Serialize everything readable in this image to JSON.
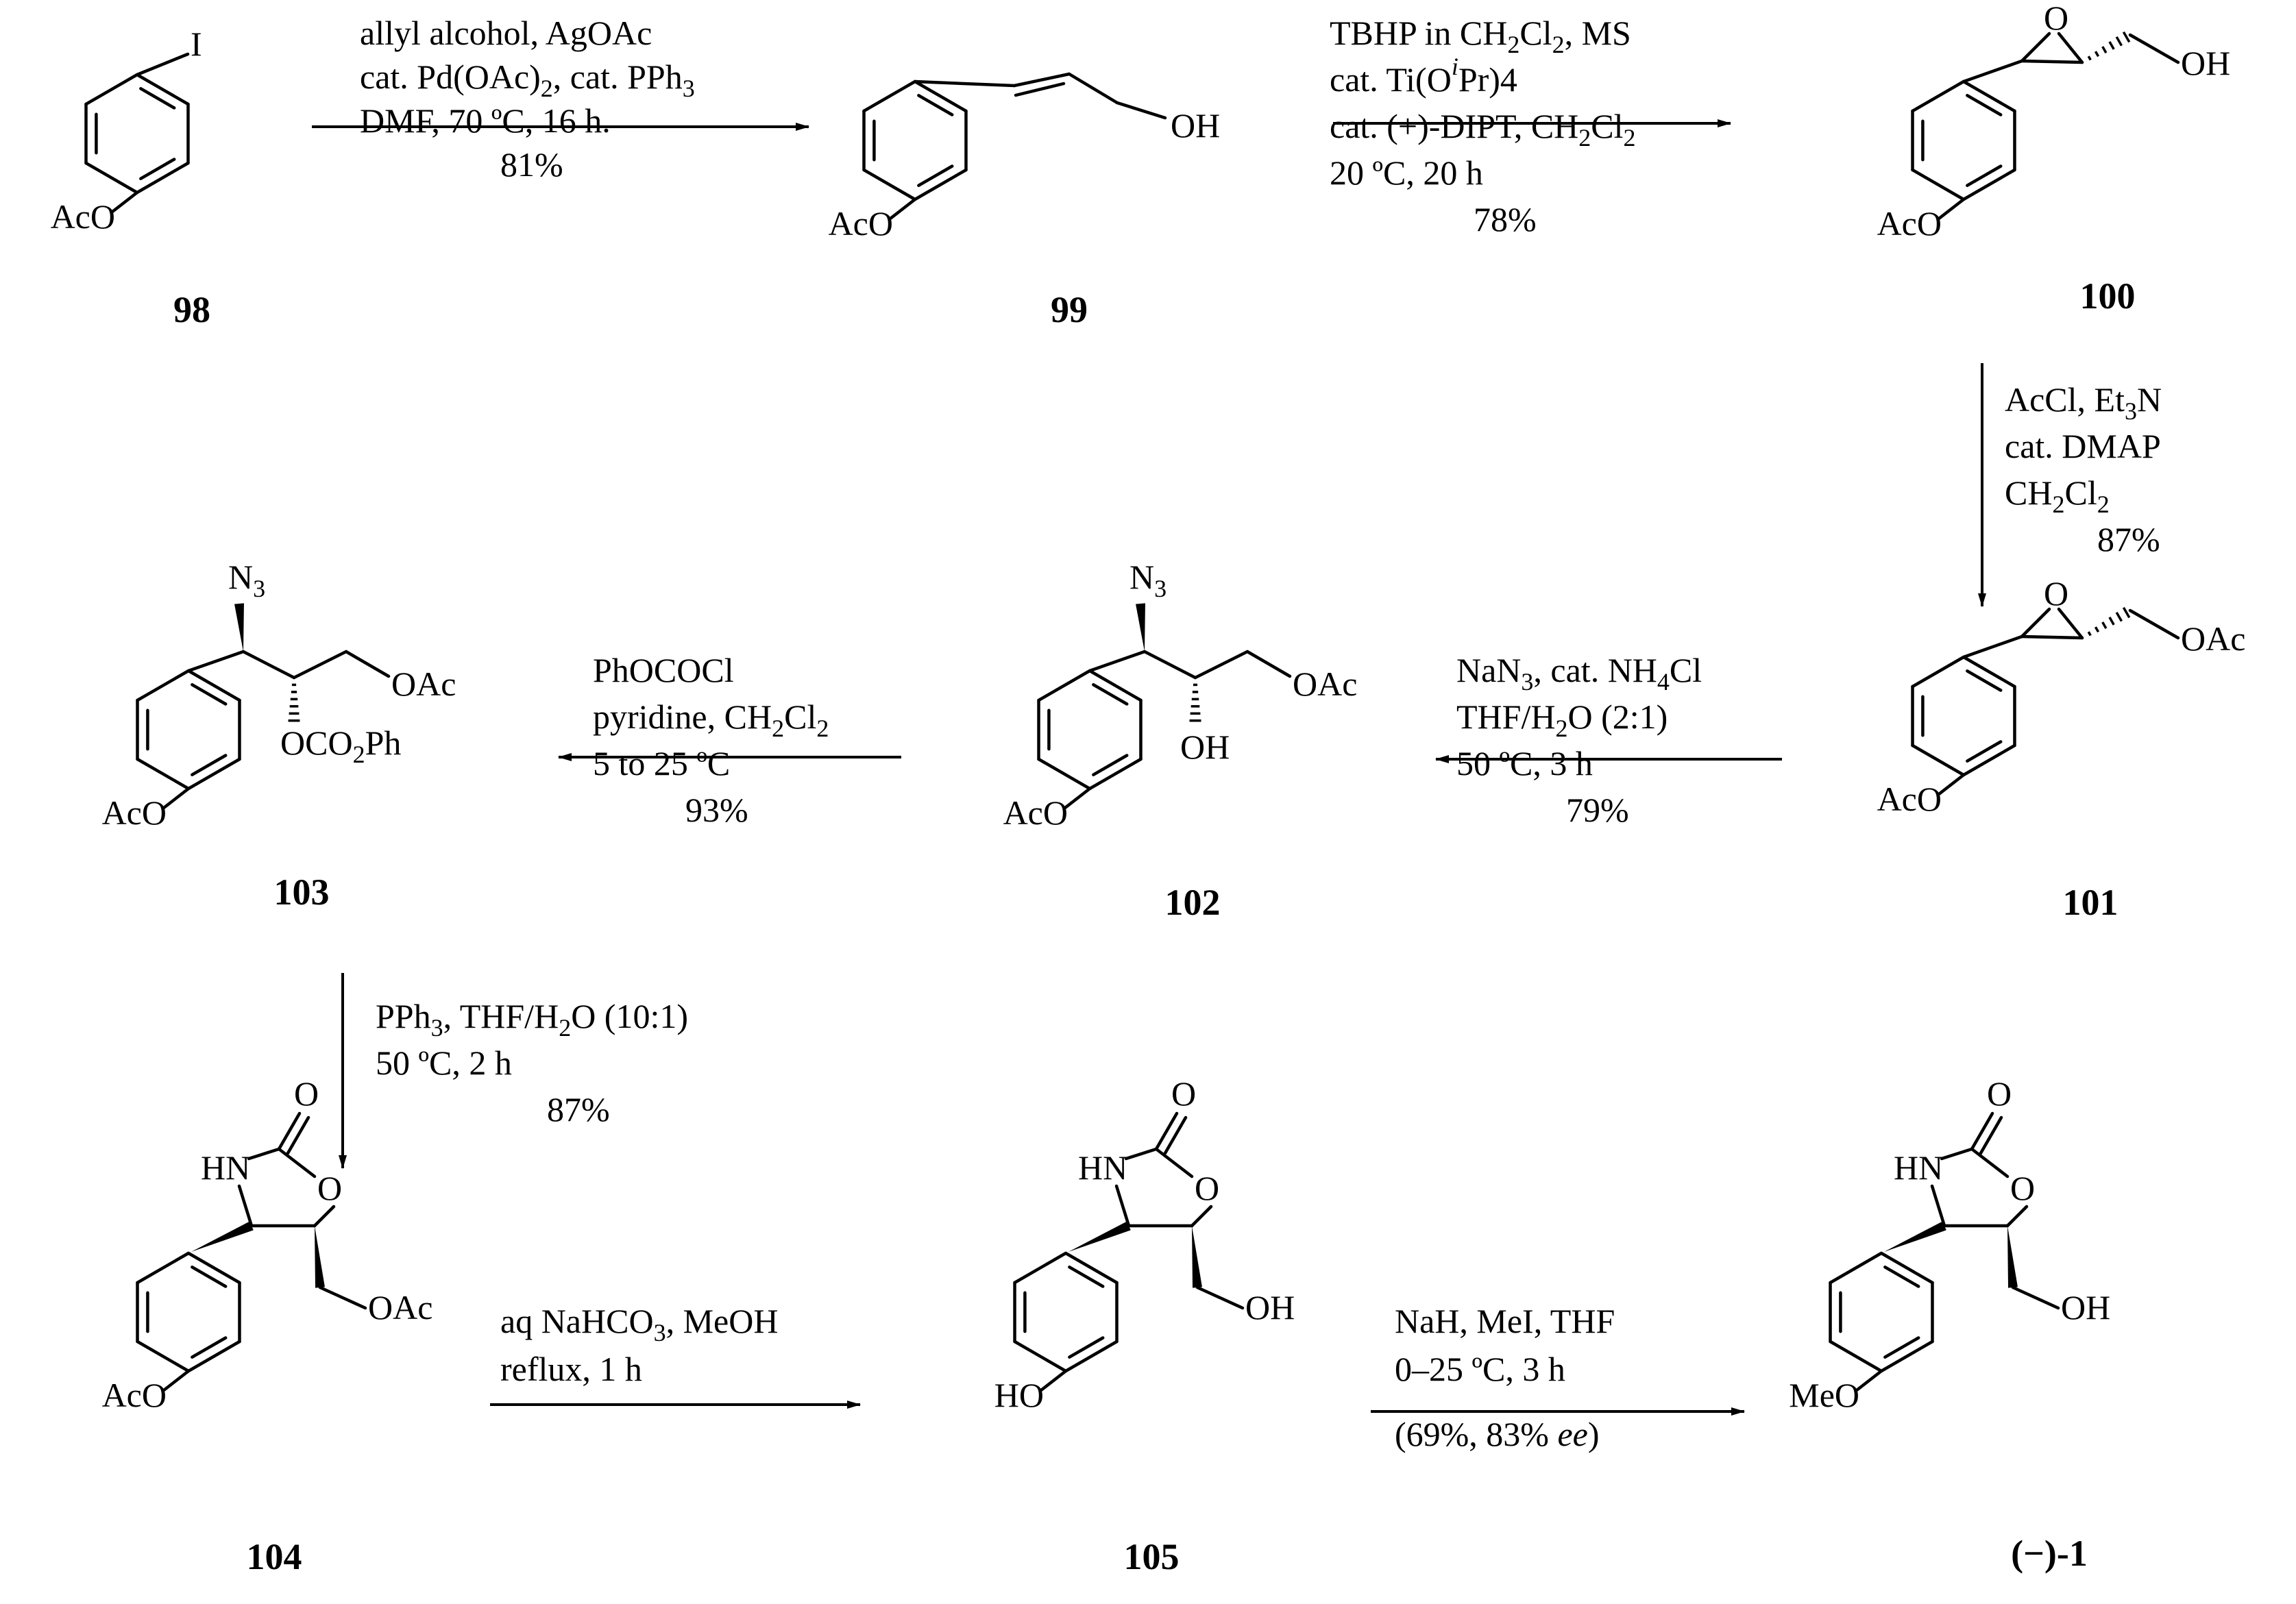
{
  "compounds": [
    {
      "id": "98",
      "groups": {
        "para": "AcO",
        "subst": "I"
      }
    },
    {
      "id": "99",
      "groups": {
        "para": "AcO",
        "end": "OH"
      }
    },
    {
      "id": "100",
      "groups": {
        "para": "AcO",
        "epoxide_o": "O",
        "end": "OH"
      }
    },
    {
      "id": "101",
      "groups": {
        "para": "AcO",
        "epoxide_o": "O",
        "end": "OAc"
      }
    },
    {
      "id": "102",
      "groups": {
        "para": "AcO",
        "azide": "N",
        "azide_sub": "3",
        "oh": "OH",
        "end": "OAc"
      }
    },
    {
      "id": "103",
      "groups": {
        "para": "AcO",
        "azide": "N",
        "azide_sub": "3",
        "carbonate_main": "OCO",
        "carbonate_sub": "2",
        "carbonate_end": "Ph",
        "end": "OAc"
      }
    },
    {
      "id": "104",
      "groups": {
        "para": "AcO",
        "nh": "HN",
        "carbonyl_o": "O",
        "ring_o": "O",
        "end": "OAc"
      }
    },
    {
      "id": "105",
      "groups": {
        "para": "HO",
        "nh": "HN",
        "carbonyl_o": "O",
        "ring_o": "O",
        "end": "OH"
      }
    },
    {
      "id": "(−)-1",
      "groups": {
        "para": "MeO",
        "nh": "HN",
        "carbonyl_o": "O",
        "ring_o": "O",
        "end": "OH"
      }
    }
  ],
  "steps": [
    {
      "from": "98",
      "to": "99",
      "lines": [
        [
          {
            "t": "allyl alcohol, AgOAc"
          }
        ],
        [
          {
            "t": "cat. Pd(OAc)"
          },
          {
            "t": "2",
            "sub": true
          },
          {
            "t": ", cat. PPh"
          },
          {
            "t": "3",
            "sub": true
          }
        ],
        [
          {
            "t": "DMF, 70 ºC, 16 h."
          }
        ],
        [
          {
            "t": "81%"
          }
        ]
      ]
    },
    {
      "from": "99",
      "to": "100",
      "lines": [
        [
          {
            "t": "TBHP in CH"
          },
          {
            "t": "2",
            "sub": true
          },
          {
            "t": "Cl"
          },
          {
            "t": "2",
            "sub": true
          },
          {
            "t": ", MS"
          }
        ],
        [
          {
            "t": "cat. Ti(O"
          },
          {
            "t": "i",
            "sup": true,
            "i": true
          },
          {
            "t": "Pr)4"
          }
        ],
        [
          {
            "t": "cat. (+)-DIPT, CH"
          },
          {
            "t": "2",
            "sub": true
          },
          {
            "t": "Cl"
          },
          {
            "t": "2",
            "sub": true
          }
        ],
        [
          {
            "t": "20 ºC, 20 h"
          }
        ],
        [
          {
            "t": "78%"
          }
        ]
      ]
    },
    {
      "from": "100",
      "to": "101",
      "lines": [
        [
          {
            "t": "AcCl, Et"
          },
          {
            "t": "3",
            "sub": true
          },
          {
            "t": "N"
          }
        ],
        [
          {
            "t": "cat. DMAP"
          }
        ],
        [
          {
            "t": "CH"
          },
          {
            "t": "2",
            "sub": true
          },
          {
            "t": "Cl"
          },
          {
            "t": "2",
            "sub": true
          }
        ],
        [
          {
            "t": "87%"
          }
        ]
      ]
    },
    {
      "from": "101",
      "to": "102",
      "lines": [
        [
          {
            "t": "NaN"
          },
          {
            "t": "3",
            "sub": true
          },
          {
            "t": ", cat. NH"
          },
          {
            "t": "4",
            "sub": true
          },
          {
            "t": "Cl"
          }
        ],
        [
          {
            "t": "THF/H"
          },
          {
            "t": "2",
            "sub": true
          },
          {
            "t": "O (2:1)"
          }
        ],
        [
          {
            "t": "50 ºC, 3 h"
          }
        ],
        [
          {
            "t": "79%"
          }
        ]
      ]
    },
    {
      "from": "102",
      "to": "103",
      "lines": [
        [
          {
            "t": "PhOCOCl"
          }
        ],
        [
          {
            "t": "pyridine, CH"
          },
          {
            "t": "2",
            "sub": true
          },
          {
            "t": "Cl"
          },
          {
            "t": "2",
            "sub": true
          }
        ],
        [
          {
            "t": "5 to 25 ºC"
          }
        ],
        [
          {
            "t": "93%"
          }
        ]
      ]
    },
    {
      "from": "103",
      "to": "104",
      "lines": [
        [
          {
            "t": "PPh"
          },
          {
            "t": "3",
            "sub": true
          },
          {
            "t": ", THF/H"
          },
          {
            "t": "2",
            "sub": true
          },
          {
            "t": "O (10:1)"
          }
        ],
        [
          {
            "t": "50 ºC, 2 h"
          }
        ],
        [
          {
            "t": "87%"
          }
        ]
      ]
    },
    {
      "from": "104",
      "to": "105",
      "lines": [
        [
          {
            "t": "aq NaHCO"
          },
          {
            "t": "3",
            "sub": true
          },
          {
            "t": ", MeOH"
          }
        ],
        [
          {
            "t": "reflux, 1 h"
          }
        ]
      ]
    },
    {
      "from": "105",
      "to": "(−)-1",
      "lines": [
        [
          {
            "t": "NaH, MeI, THF"
          }
        ],
        [
          {
            "t": " 0–25 ºC, 3 h"
          }
        ],
        [
          {
            "t": "(69%, 83% "
          },
          {
            "t": "ee",
            "i": true
          },
          {
            "t": ")"
          }
        ]
      ]
    }
  ]
}
